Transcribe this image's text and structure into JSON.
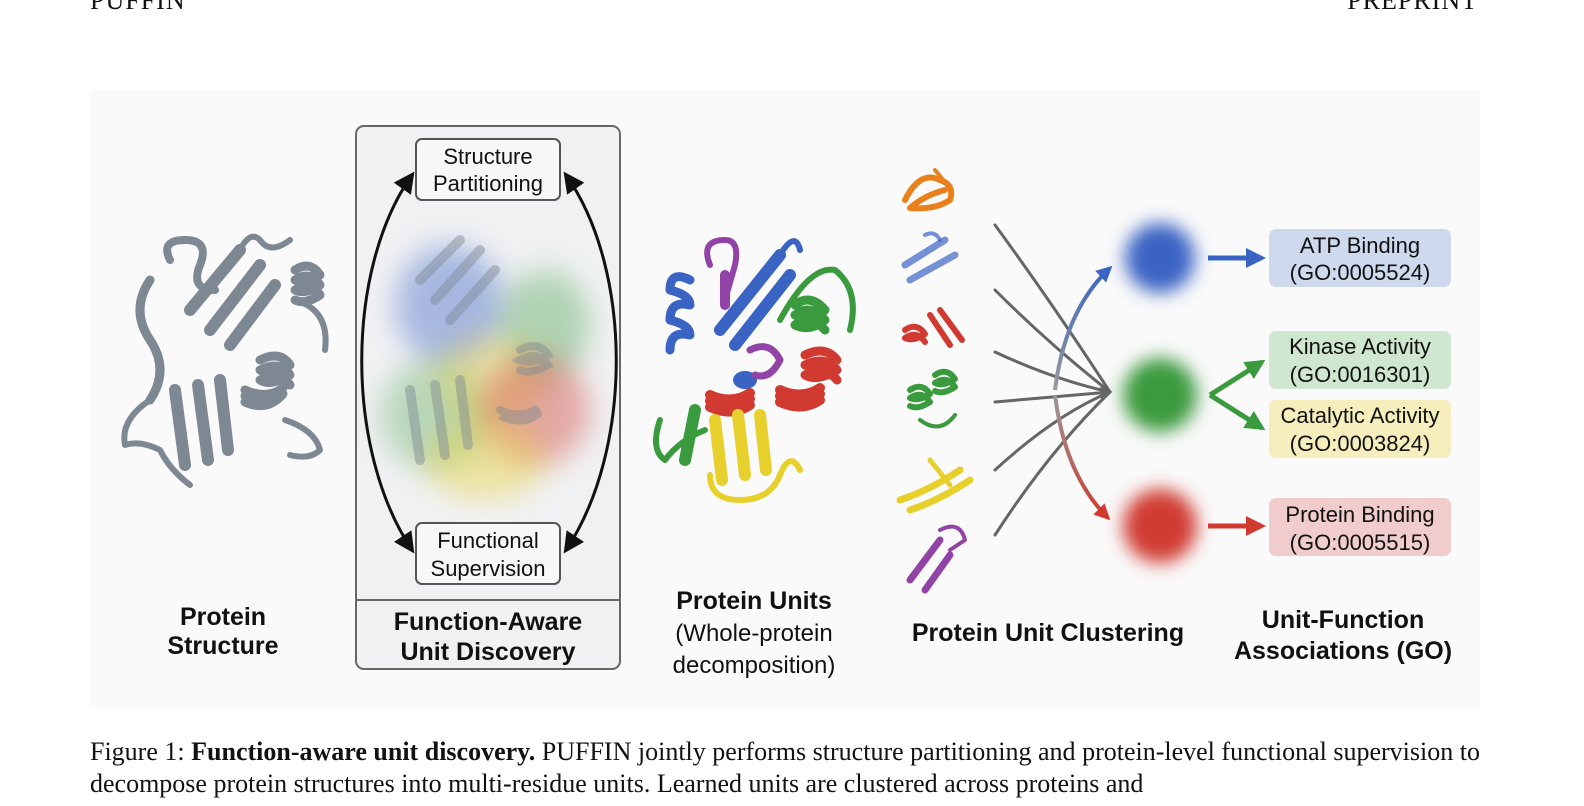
{
  "header": {
    "left": "PUFFIN",
    "right": "PREPRINT"
  },
  "figure": {
    "panel1": {
      "label_line1": "Protein",
      "label_line2": "Structure"
    },
    "panel2": {
      "top_box_line1": "Structure",
      "top_box_line2": "Partitioning",
      "bottom_box_line1": "Functional",
      "bottom_box_line2": "Supervision",
      "label_line1": "Function-Aware",
      "label_line2": "Unit Discovery"
    },
    "panel3": {
      "label_line1": "Protein Units",
      "label_line2": "(Whole-protein",
      "label_line3": "decomposition)"
    },
    "panel4": {
      "label": "Protein Unit Clustering"
    },
    "panel5": {
      "label_line1": "Unit-Function",
      "label_line2": "Associations (GO)",
      "terms": [
        {
          "line1": "ATP Binding",
          "line2": "(GO:0005524)",
          "color": "#cfd9ee"
        },
        {
          "line1": "Kinase Activity",
          "line2": "(GO:0016301)",
          "color": "#cfe6cf"
        },
        {
          "line1": "Catalytic Activity",
          "line2": "(GO:0003824)",
          "color": "#f6efbd"
        },
        {
          "line1": "Protein Binding",
          "line2": "(GO:0005515)",
          "color": "#f0cccc"
        }
      ]
    },
    "colors": {
      "blue": "#3a64c4",
      "green": "#3a9a3e",
      "red": "#d03a30",
      "yellow": "#e7cf2c",
      "purple": "#9143a6",
      "orange": "#e9801c",
      "gray": "#7d8893"
    }
  },
  "caption": {
    "prefix": "Figure 1: ",
    "title": "Function-aware unit discovery.",
    "text": " PUFFIN jointly performs structure partitioning and protein-level functional supervision to decompose protein structures into multi-residue units. Learned units are clustered across proteins and"
  }
}
